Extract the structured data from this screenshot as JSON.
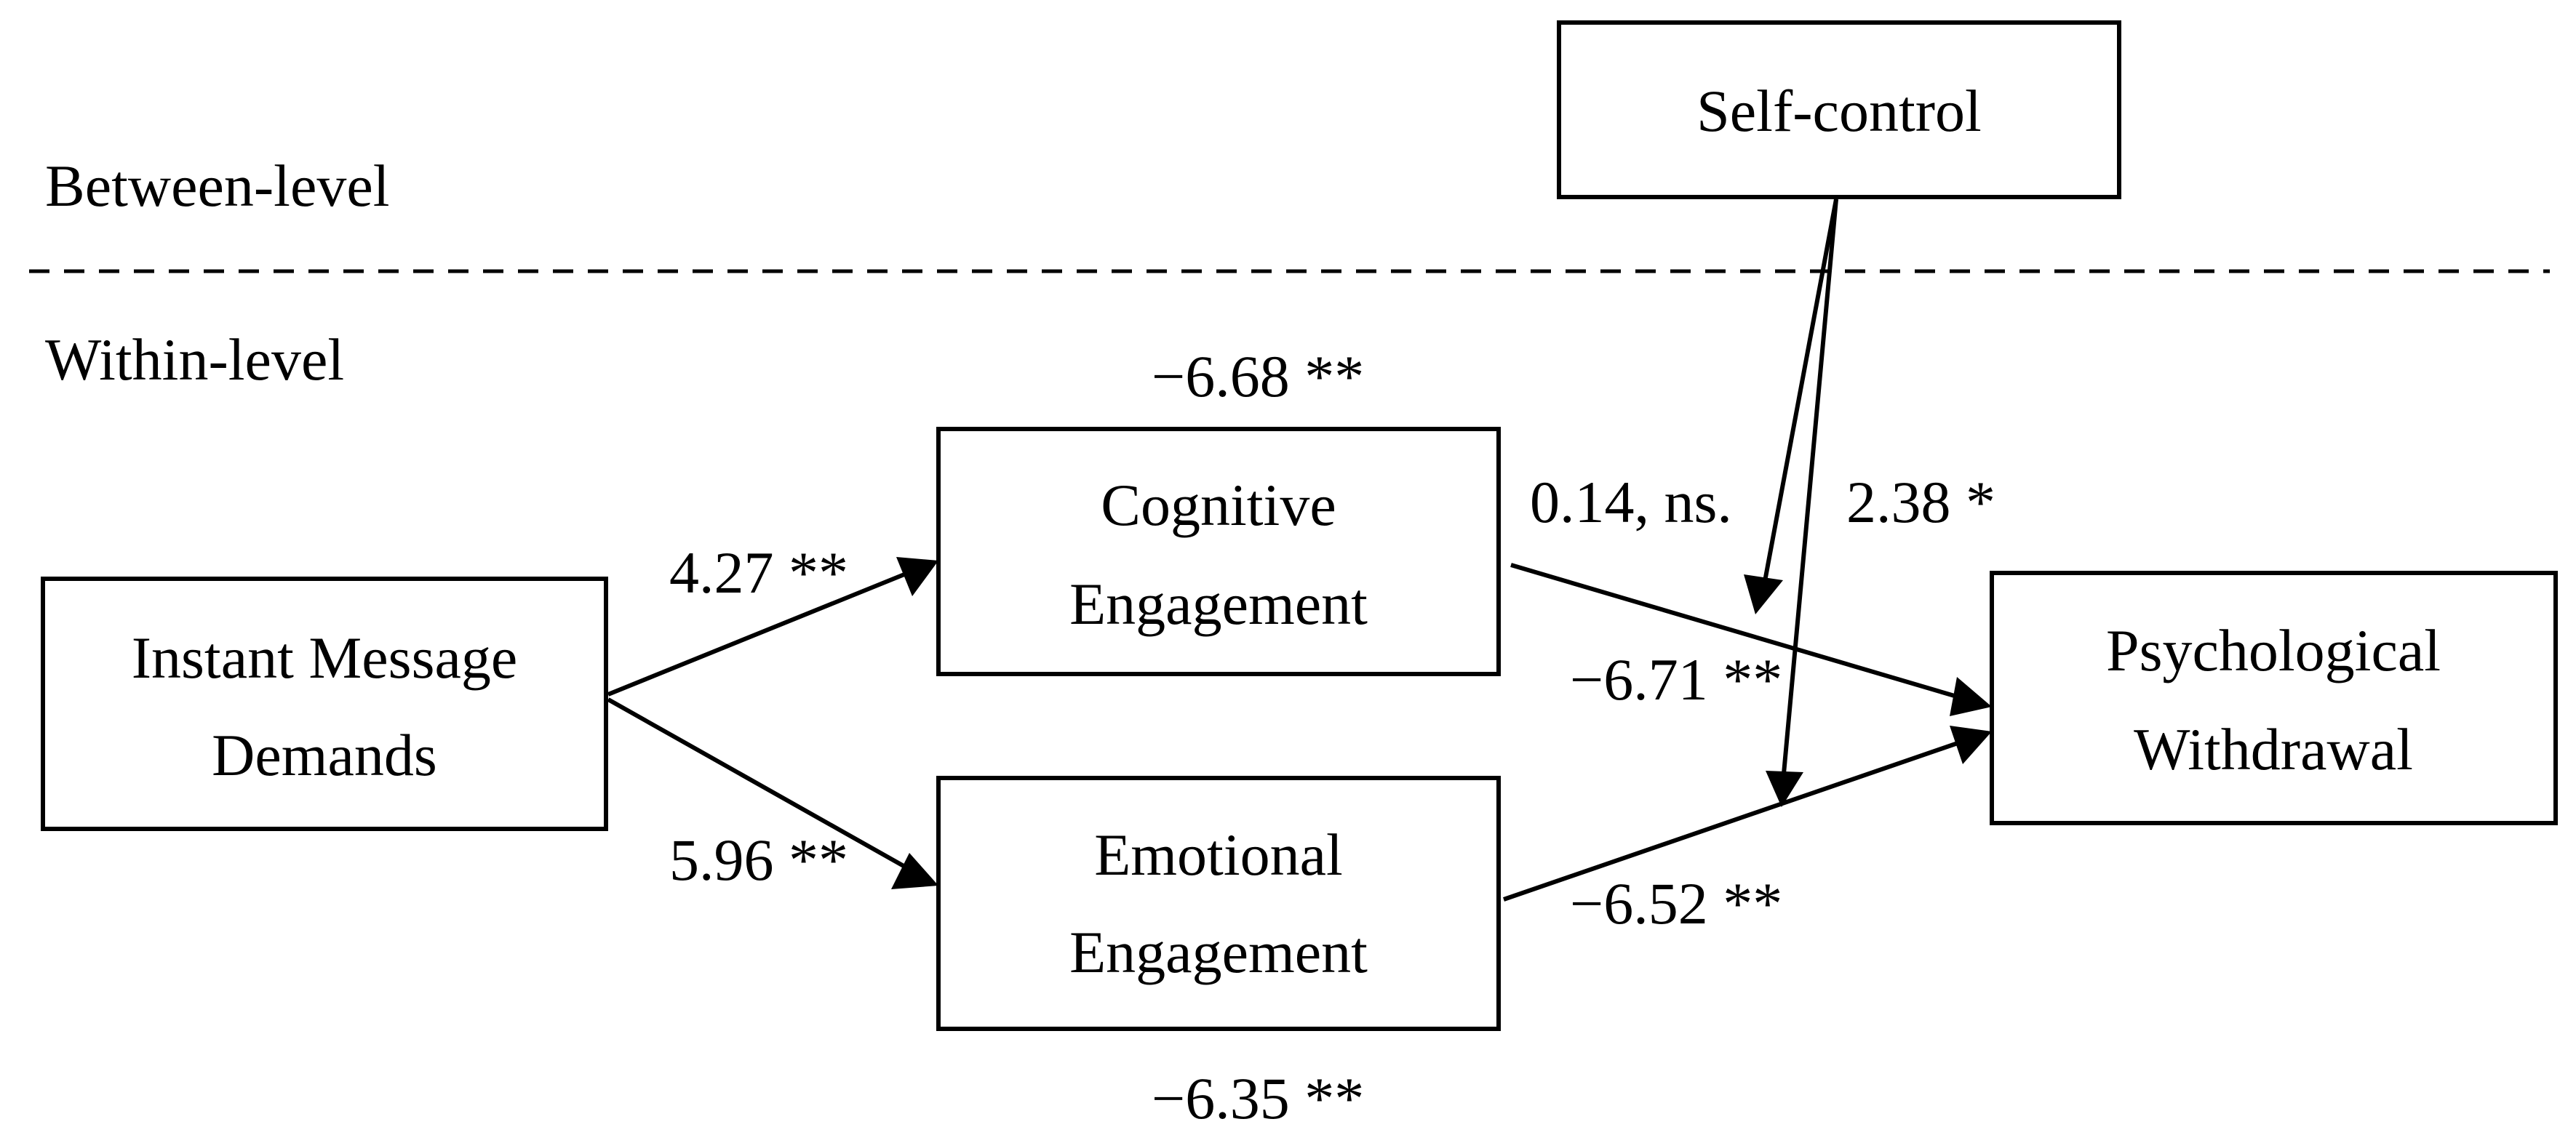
{
  "levels": {
    "between": "Between-level",
    "within": "Within-level"
  },
  "nodes": {
    "self_control": "Self-control",
    "cognitive_line1": "Cognitive",
    "cognitive_line2": "Engagement",
    "emotional_line1": "Emotional",
    "emotional_line2": "Engagement",
    "instant_line1": "Instant Message",
    "instant_line2": "Demands",
    "withdrawal_line1": "Psychological",
    "withdrawal_line2": "Withdrawal"
  },
  "coefficients": {
    "imd_to_cognitive": "4.27 **",
    "imd_to_emotional": "5.96 **",
    "cognitive_indirect": "−6.68 **",
    "emotional_indirect": "−6.35 **",
    "cognitive_to_withdrawal": "−6.71 **",
    "emotional_to_withdrawal": "−6.52 **",
    "moderation_cognitive": "0.14, ns.",
    "moderation_emotional": "2.38 *"
  }
}
